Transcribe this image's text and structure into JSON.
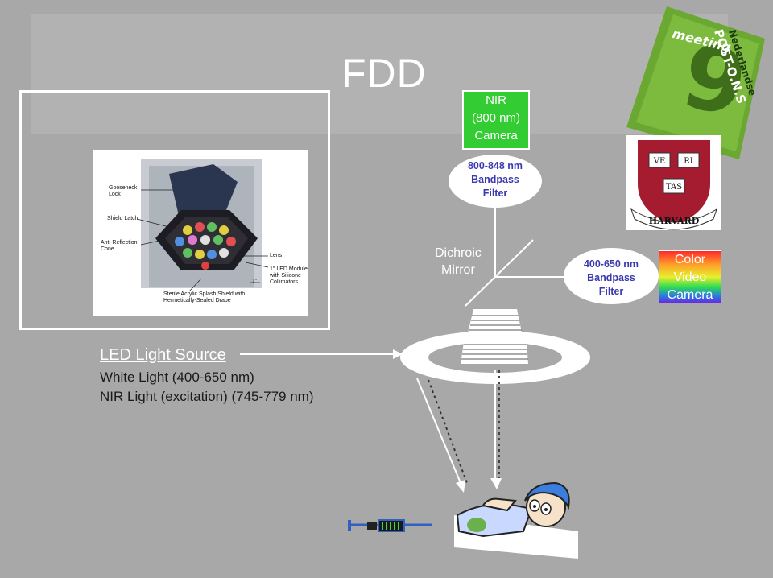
{
  "title": "FDD",
  "photo": {
    "labels": {
      "gooseneck_lock": "Gooseneck\nLock",
      "shield_latch": "Shield Latch",
      "anti_reflection_cone": "Anti-Reflection\nCone",
      "lens": "Lens",
      "led_modules": "1\" LED Modules\nwith Silicone\nCollimators",
      "splash_shield": "Sterile Acrylic Splash Shield with\nHermetically-Sealed Drape",
      "scale_mark": "1\""
    }
  },
  "nir_camera": {
    "line1": "NIR",
    "line2": "(800 nm)",
    "line3": "Camera",
    "color": "#33cc33"
  },
  "filter_nir": {
    "line1": "800-848 nm",
    "line2": "Bandpass",
    "line3": "Filter"
  },
  "dichroic": {
    "line1": "Dichroic",
    "line2": "Mirror"
  },
  "filter_visible": {
    "line1": "400-650 nm",
    "line2": "Bandpass",
    "line3": "Filter"
  },
  "color_camera": {
    "line1": "Color",
    "line2": "Video",
    "line3": "Camera"
  },
  "led_source": {
    "title": "LED Light Source",
    "white": "White Light (400-650 nm)",
    "nir": "NIR Light (excitation) (745-779 nm)"
  },
  "badge": {
    "number": "9",
    "word": "meeting",
    "org": "Nederlandse",
    "org2": "POST-O.N.S",
    "color": "#6aa832"
  },
  "harvard": {
    "ve": "VE",
    "ri": "RI",
    "tas": "TAS",
    "name": "HARVARD",
    "color": "#a51c30"
  }
}
